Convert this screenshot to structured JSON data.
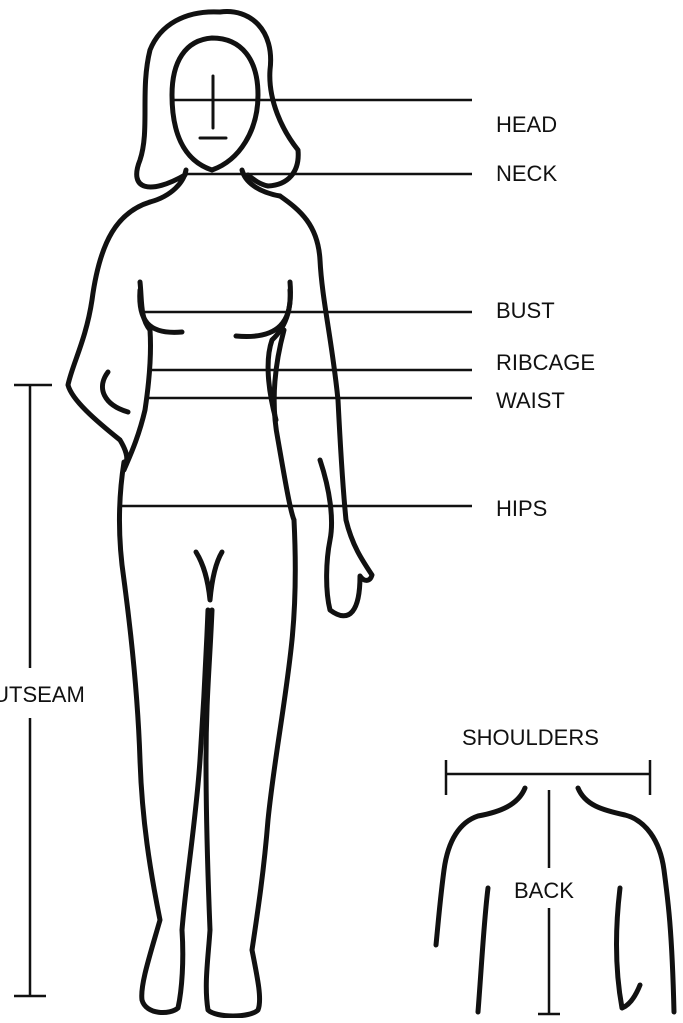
{
  "labels": {
    "head": "HEAD",
    "neck": "NECK",
    "bust": "BUST",
    "ribcage": "RIBCAGE",
    "waist": "WAIST",
    "hips": "HIPS",
    "outseam": "OUTSEAM",
    "shoulders": "SHOULDERS",
    "back": "BACK"
  },
  "colors": {
    "ink": "#111111",
    "background": "#ffffff"
  }
}
